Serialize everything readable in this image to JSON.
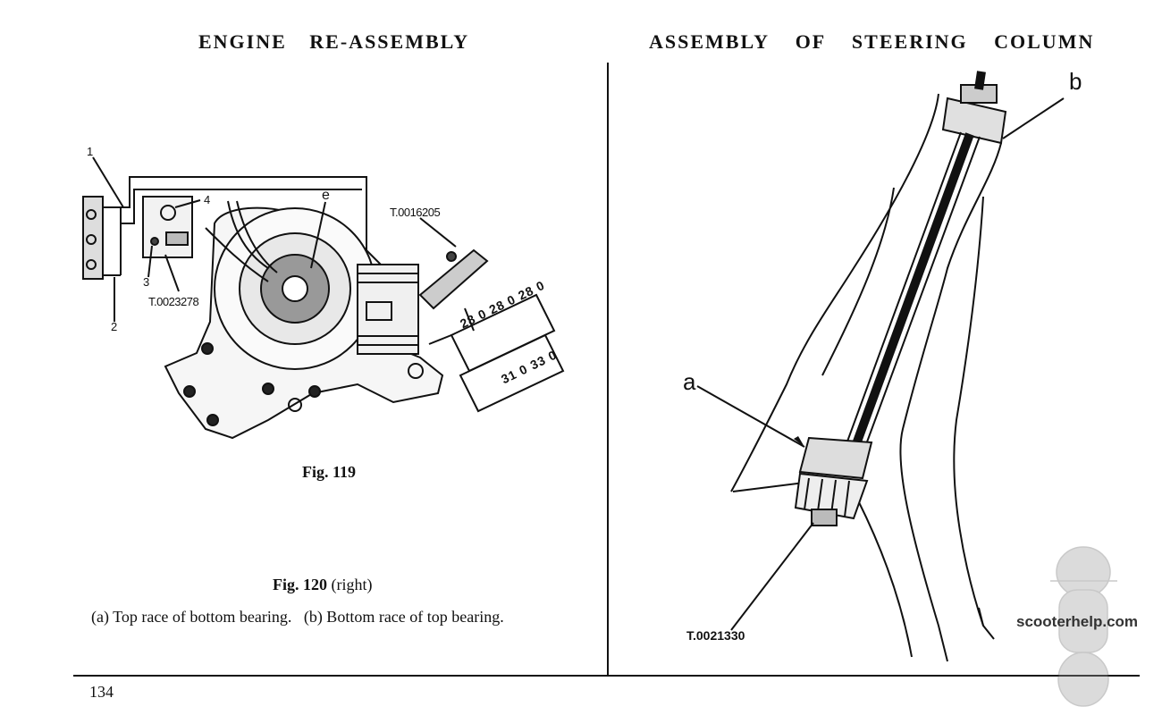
{
  "page": {
    "left_heading": "ENGINE RE-ASSEMBLY",
    "right_heading": "ASSEMBLY OF STEERING COLUMN",
    "page_number": "134"
  },
  "figure_119": {
    "caption": "Fig. 119",
    "callouts": {
      "c1": "1",
      "c2": "2",
      "c3": "3",
      "c4": "4",
      "ce": "e",
      "tool_top": "T.0016205",
      "tool_left": "T.0023278"
    },
    "gauge_marks_upper": [
      "28",
      "0",
      "28",
      "0",
      "28",
      "0"
    ],
    "gauge_marks_lower": [
      "31",
      "0",
      "33",
      "0"
    ]
  },
  "figure_120": {
    "caption_bold": "Fig. 120",
    "caption_rest": "(right)",
    "description": "(a) Top race of bottom bearing.   (b) Bottom race of top bearing.",
    "callouts": {
      "a": "a",
      "b": "b",
      "tool": "T.0021330"
    }
  },
  "watermark": {
    "text": "scooterhelp.com"
  }
}
